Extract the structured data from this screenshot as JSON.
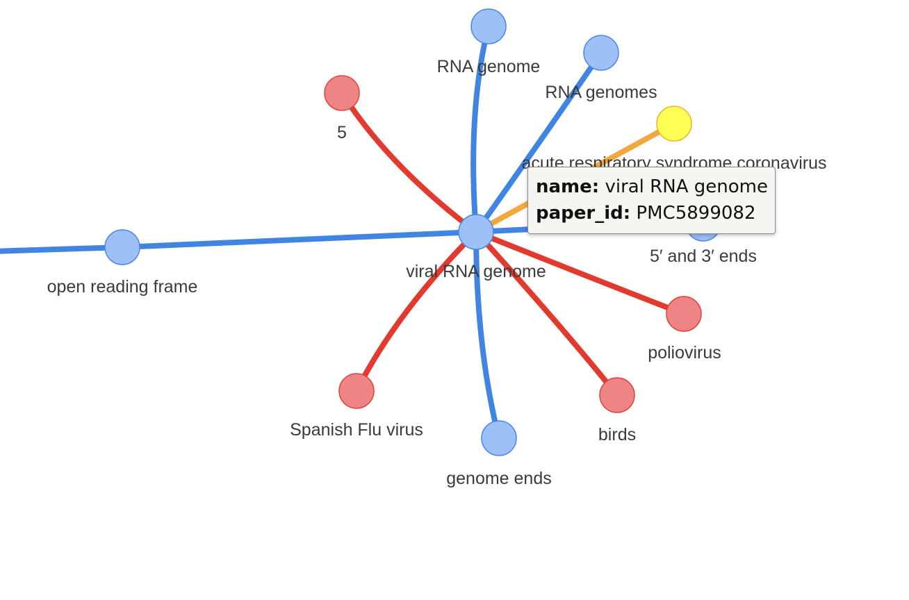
{
  "center_node": {
    "label": "viral RNA genome",
    "color": "#9dc0f7",
    "stroke": "#4a86e8"
  },
  "nodes": [
    {
      "id": "rna-genome",
      "label": "RNA genome",
      "type": "blue"
    },
    {
      "id": "rna-genomes",
      "label": "RNA genomes",
      "type": "blue"
    },
    {
      "id": "five",
      "label": "5",
      "type": "red"
    },
    {
      "id": "sars-cov",
      "label": "acute respiratory syndrome coronavirus",
      "type": "yellow"
    },
    {
      "id": "five-three-ends",
      "label": "5′ and 3′ ends",
      "type": "blue"
    },
    {
      "id": "open-reading-frame",
      "label": "open reading frame",
      "type": "blue"
    },
    {
      "id": "poliovirus",
      "label": "poliovirus",
      "type": "red"
    },
    {
      "id": "spanish-flu",
      "label": "Spanish Flu virus",
      "type": "red"
    },
    {
      "id": "genome-ends",
      "label": "genome ends",
      "type": "blue"
    },
    {
      "id": "birds",
      "label": "birds",
      "type": "red"
    }
  ],
  "colors": {
    "blue_edge": "#4185e3",
    "blue_fill": "#9dc0f7",
    "blue_stroke": "#4a86e8",
    "red_edge": "#e23a2e",
    "red_fill": "#ee8585",
    "red_stroke": "#e04040",
    "yellow_edge": "#f4a73c",
    "yellow_fill": "#ffff55",
    "yellow_stroke": "#f0b030"
  },
  "tooltip": {
    "name_key": "name:",
    "name_value": "viral RNA genome",
    "paper_key": "paper_id:",
    "paper_value": "PMC5899082"
  }
}
